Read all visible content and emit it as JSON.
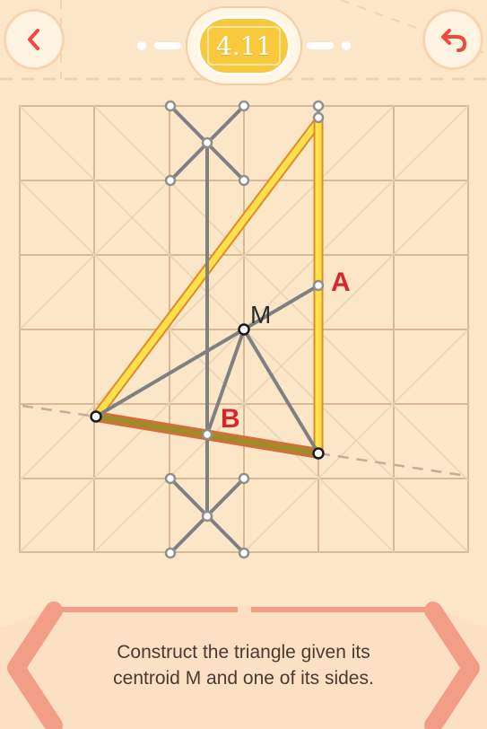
{
  "header": {
    "level": "4.11",
    "back_icon": "chevron-left-icon",
    "undo_icon": "undo-icon",
    "accent_color": "#f04a3c",
    "badge_color": "#fac93b"
  },
  "board": {
    "labels": {
      "side": "A",
      "base": "B",
      "centroid": "M"
    }
  },
  "task": {
    "line1": "Construct the triangle given its",
    "line2": "centroid M and one of its sides.",
    "prev_icon": "chevron-left-icon",
    "next_icon": "chevron-right-icon"
  }
}
